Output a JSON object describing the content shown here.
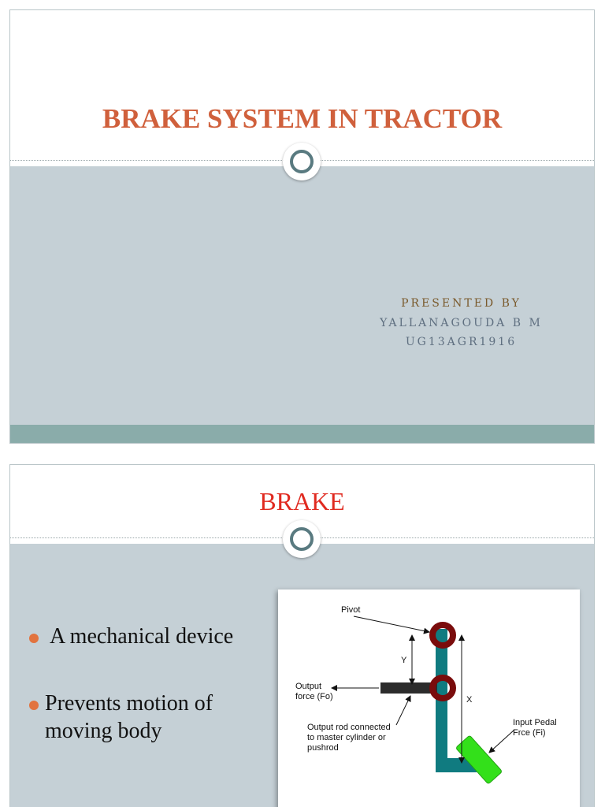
{
  "slide1": {
    "title": "BRAKE SYSTEM IN TRACTOR",
    "presented_by_label": "PRESENTED BY",
    "presenter_name": "YALLANAGOUDA B M",
    "presenter_id": "UG13AGR1916"
  },
  "slide2": {
    "title": "BRAKE",
    "bullets": [
      {
        "text": "A mechanical device"
      },
      {
        "text": "Prevents motion of moving body"
      }
    ],
    "diagram": {
      "pivot": "Pivot",
      "y": "Y",
      "x": "X",
      "output_force_1": "Output",
      "output_force_2": "force  (Fo)",
      "output_rod_1": "Output rod connected",
      "output_rod_2": "to master cylinder or",
      "output_rod_3": "pushrod",
      "input_pedal_1": "Input Pedal",
      "input_pedal_2": "Frce (Fi)"
    }
  },
  "colors": {
    "title_orange": "#d0603c",
    "brake_red": "#e02a20",
    "body_grey": "#c5d0d6",
    "footer_teal": "#8aacaa",
    "bullet_orange": "#e2733f",
    "pivot_dark_red": "#7a0c0c",
    "lever_teal": "#107b80",
    "pedal_green": "#33e01a"
  }
}
